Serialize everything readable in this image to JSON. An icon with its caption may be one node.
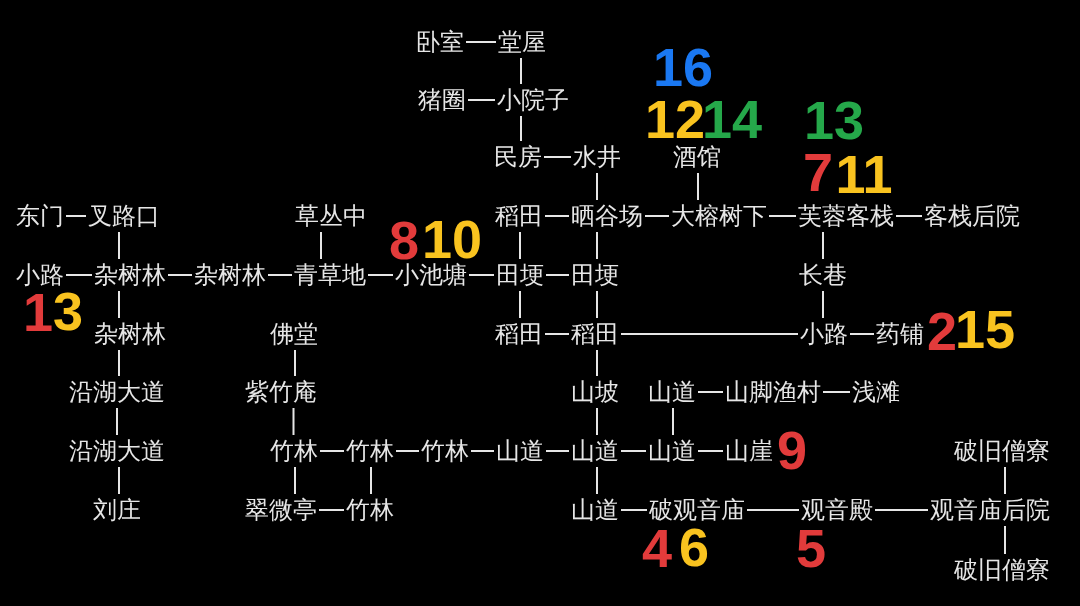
{
  "diagram": {
    "nodes": [
      {
        "text": [
          "卧室"
        ]
      },
      {
        "text": [
          "堂屋"
        ]
      },
      {
        "text": [
          "猪圈"
        ]
      },
      {
        "text": [
          "小院子"
        ]
      },
      {
        "text": [
          "民房"
        ]
      },
      {
        "text": [
          "水井"
        ]
      },
      {
        "text": [
          "酒馆"
        ]
      },
      {
        "text": [
          "东门"
        ]
      },
      {
        "text": [
          "叉路口"
        ]
      },
      {
        "text": [
          "草丛中"
        ]
      },
      {
        "text": [
          "稻田"
        ]
      },
      {
        "text": [
          "晒谷场"
        ]
      },
      {
        "text": [
          "大榕树下"
        ]
      },
      {
        "text": [
          "芙蓉客栈"
        ]
      },
      {
        "text": [
          "客栈后院"
        ]
      },
      {
        "text": [
          "小路"
        ]
      },
      {
        "text": [
          "杂树林"
        ]
      },
      {
        "text": [
          "杂树林"
        ]
      },
      {
        "text": [
          "青草地"
        ]
      },
      {
        "text": [
          "小池塘"
        ]
      },
      {
        "text": [
          "田埂"
        ]
      },
      {
        "text": [
          "田埂"
        ]
      },
      {
        "text": [
          "长巷"
        ]
      },
      {
        "text": [
          "杂树林"
        ]
      },
      {
        "text": [
          "佛堂"
        ]
      },
      {
        "text": [
          "稻田"
        ]
      },
      {
        "text": [
          "稻田"
        ]
      },
      {
        "text": [
          "小路"
        ]
      },
      {
        "text": [
          "药铺"
        ]
      },
      {
        "text": [
          "沿湖大道"
        ]
      },
      {
        "text": [
          "紫竹庵"
        ]
      },
      {
        "text": [
          "山坡"
        ]
      },
      {
        "text": [
          "山道"
        ]
      },
      {
        "text": [
          "山脚渔村"
        ]
      },
      {
        "text": [
          "浅滩"
        ]
      },
      {
        "text": [
          "沿湖大道"
        ]
      },
      {
        "text": [
          "竹林"
        ]
      },
      {
        "text": [
          "竹林"
        ]
      },
      {
        "text": [
          "竹林"
        ]
      },
      {
        "text": [
          "山道"
        ]
      },
      {
        "text": [
          "山道"
        ]
      },
      {
        "text": [
          "山道"
        ]
      },
      {
        "text": [
          "山崖"
        ]
      },
      {
        "text": [
          "破旧僧寮"
        ]
      },
      {
        "text": [
          "刘庄"
        ]
      },
      {
        "text": [
          "翠微亭"
        ]
      },
      {
        "text": [
          "竹林"
        ]
      },
      {
        "text": [
          "山道"
        ]
      },
      {
        "text": [
          "破观音庙"
        ]
      },
      {
        "text": [
          "观音殿"
        ]
      },
      {
        "text": [
          "观音庙后院"
        ]
      },
      {
        "text": [
          "破旧僧寮"
        ]
      }
    ],
    "edges": [
      {
        "from": 0,
        "to": 1,
        "arrow": "none"
      },
      {
        "from": 1,
        "to": 3,
        "arrow": "none"
      },
      {
        "from": 2,
        "to": 3,
        "arrow": "none"
      },
      {
        "from": 3,
        "to": 4,
        "arrow": "none"
      },
      {
        "from": 4,
        "to": 5,
        "arrow": "none"
      },
      {
        "from": 5,
        "to": 11,
        "arrow": "none"
      },
      {
        "from": 6,
        "to": 12,
        "arrow": "none"
      },
      {
        "from": 7,
        "to": 8,
        "arrow": "none"
      },
      {
        "from": 10,
        "to": 11,
        "arrow": "none"
      },
      {
        "from": 11,
        "to": 12,
        "arrow": "none"
      },
      {
        "from": 12,
        "to": 13,
        "arrow": "none"
      },
      {
        "from": 13,
        "to": 14,
        "arrow": "none"
      },
      {
        "from": 8,
        "to": 16,
        "arrow": "none"
      },
      {
        "from": 9,
        "to": 18,
        "arrow": "none"
      },
      {
        "from": 10,
        "to": 20,
        "arrow": "none"
      },
      {
        "from": 11,
        "to": 21,
        "arrow": "none"
      },
      {
        "from": 13,
        "to": 22,
        "arrow": "none"
      },
      {
        "from": 15,
        "to": 16,
        "arrow": "none"
      },
      {
        "from": 16,
        "to": 17,
        "arrow": "none"
      },
      {
        "from": 17,
        "to": 18,
        "arrow": "none"
      },
      {
        "from": 18,
        "to": 19,
        "arrow": "none"
      },
      {
        "from": 19,
        "to": 20,
        "arrow": "none"
      },
      {
        "from": 20,
        "to": 21,
        "arrow": "none"
      },
      {
        "from": 16,
        "to": 23,
        "arrow": "none"
      },
      {
        "from": 20,
        "to": 25,
        "arrow": "none"
      },
      {
        "from": 21,
        "to": 26,
        "arrow": "none"
      },
      {
        "from": 22,
        "to": 27,
        "arrow": "none"
      },
      {
        "from": 25,
        "to": 26,
        "arrow": "none"
      },
      {
        "from": 26,
        "to": 27,
        "arrow": "none"
      },
      {
        "from": 27,
        "to": 28,
        "arrow": "none"
      },
      {
        "from": 23,
        "to": 29,
        "arrow": "none"
      },
      {
        "from": 24,
        "to": 30,
        "arrow": "none"
      },
      {
        "from": 26,
        "to": 31,
        "arrow": "none"
      },
      {
        "from": 32,
        "to": 33,
        "arrow": "none"
      },
      {
        "from": 33,
        "to": 34,
        "arrow": "none"
      },
      {
        "from": 29,
        "to": 35,
        "arrow": "none"
      },
      {
        "from": 30,
        "to": 36,
        "arrow": "none"
      },
      {
        "from": 31,
        "to": 40,
        "arrow": "none"
      },
      {
        "from": 32,
        "to": 41,
        "arrow": "none"
      },
      {
        "from": 36,
        "to": 37,
        "arrow": "none"
      },
      {
        "from": 37,
        "to": 38,
        "arrow": "none"
      },
      {
        "from": 38,
        "to": 39,
        "arrow": "none"
      },
      {
        "from": 39,
        "to": 40,
        "arrow": "none"
      },
      {
        "from": 40,
        "to": 41,
        "arrow": "none"
      },
      {
        "from": 41,
        "to": 42,
        "arrow": "none"
      },
      {
        "from": 35,
        "to": 44,
        "arrow": "none"
      },
      {
        "from": 36,
        "to": 45,
        "arrow": "none"
      },
      {
        "from": 37,
        "to": 46,
        "arrow": "none"
      },
      {
        "from": 40,
        "to": 47,
        "arrow": "none"
      },
      {
        "from": 43,
        "to": 50,
        "arrow": "none"
      },
      {
        "from": 45,
        "to": 46,
        "arrow": "none"
      },
      {
        "from": 47,
        "to": 48,
        "arrow": "none"
      },
      {
        "from": 48,
        "to": 49,
        "arrow": "none"
      },
      {
        "from": 49,
        "to": 50,
        "arrow": "none"
      },
      {
        "from": 50,
        "to": 51,
        "arrow": "none"
      }
    ],
    "labels": [
      "16",
      "12",
      "14",
      "13",
      "7",
      "11",
      "8",
      "10",
      "1",
      "3",
      "2",
      "15",
      "9",
      "4",
      "6",
      "5"
    ]
  }
}
